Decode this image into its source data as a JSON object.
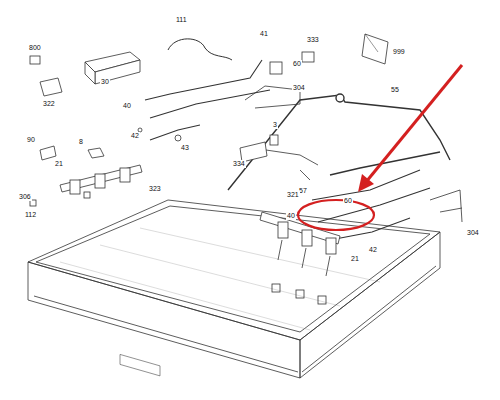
{
  "diagram": {
    "labels": [
      "800",
      "111",
      "41",
      "333",
      "999",
      "30",
      "322",
      "60",
      "40",
      "304",
      "55",
      "90",
      "8",
      "42",
      "43",
      "3",
      "21",
      "323",
      "334",
      "306",
      "57",
      "60",
      "40",
      "112",
      "321",
      "42",
      "304",
      "21"
    ]
  }
}
